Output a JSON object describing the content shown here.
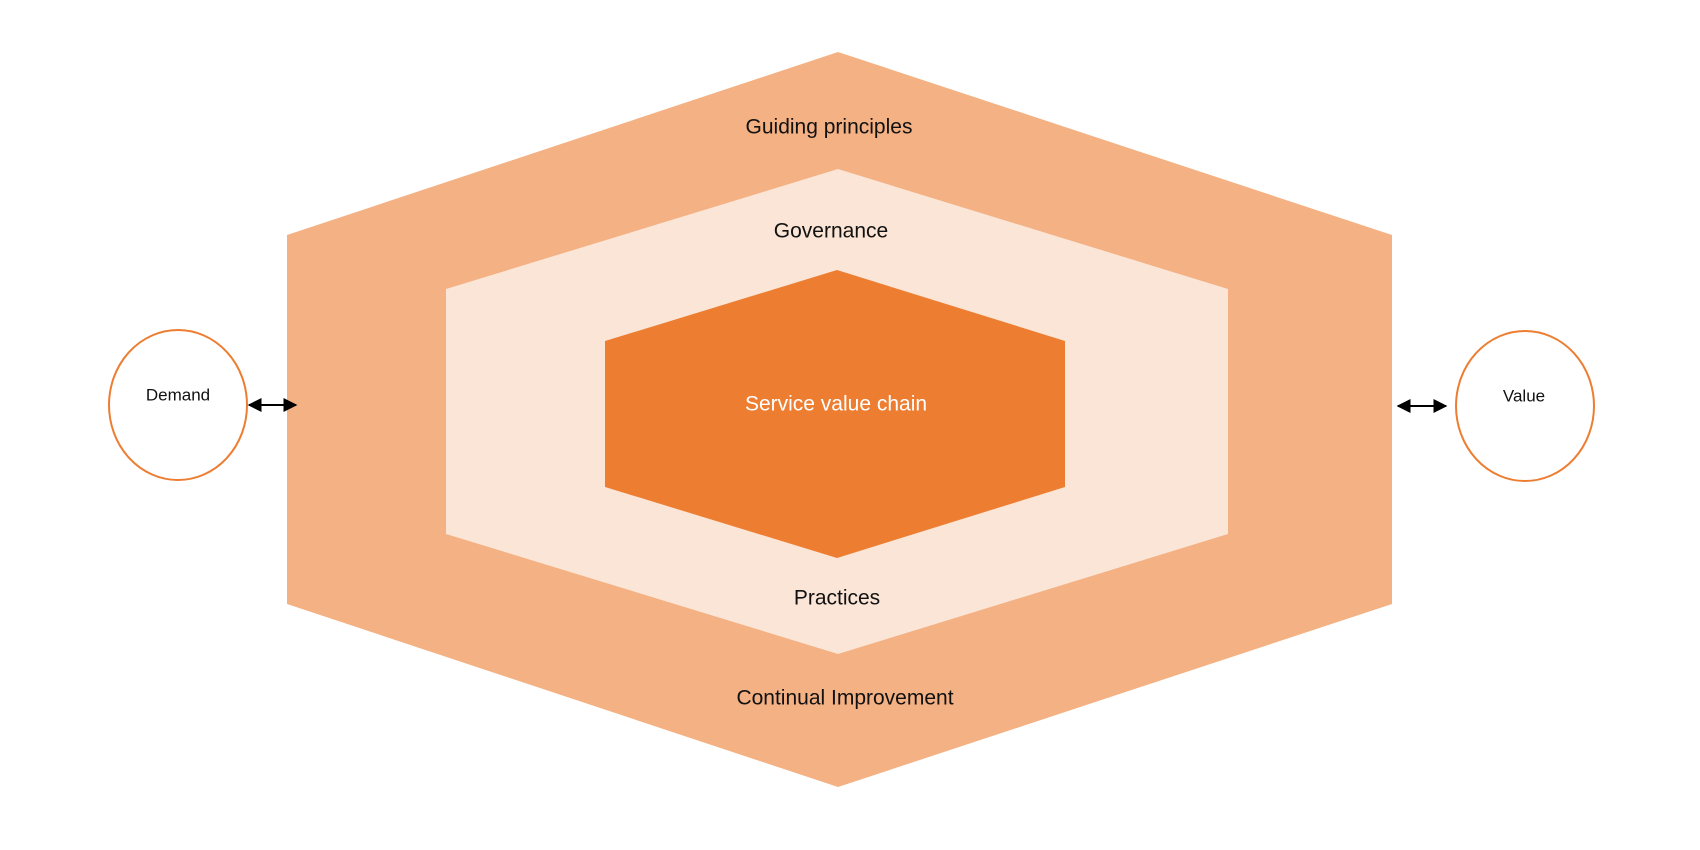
{
  "diagram": {
    "layers": {
      "outer": {
        "top_label": "Guiding principles",
        "bottom_label": "Continual Improvement"
      },
      "middle": {
        "top_label": "Governance",
        "bottom_label": "Practices"
      },
      "core": {
        "label": "Service value chain"
      }
    },
    "inputs": {
      "label": "Demand"
    },
    "outputs": {
      "label": "Value"
    },
    "colors": {
      "outer_fill": "#f4b183",
      "middle_fill": "#fbe5d6",
      "core_fill": "#ed7d31",
      "circle_stroke": "#ed7d31",
      "arrow": "#000000"
    }
  }
}
